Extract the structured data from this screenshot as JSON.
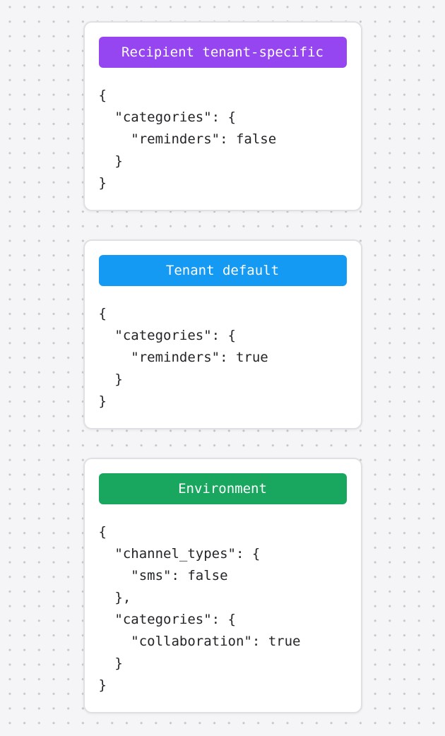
{
  "page": {
    "background_color": "#f5f4f6",
    "dot_color": "#c6c5c9",
    "card_background": "#ffffff",
    "card_border_color": "#e0dfe3",
    "code_text_color": "#222428",
    "badge_text_color": "#ffffff"
  },
  "cards": [
    {
      "badge": {
        "label": "Recipient tenant-specific",
        "color": "#9646f0"
      },
      "code": "{\n  \"categories\": {\n    \"reminders\": false\n  }\n}"
    },
    {
      "badge": {
        "label": "Tenant default",
        "color": "#149af3"
      },
      "code": "{\n  \"categories\": {\n    \"reminders\": true\n  }\n}"
    },
    {
      "badge": {
        "label": "Environment",
        "color": "#19a75f"
      },
      "code": "{\n  \"channel_types\": {\n    \"sms\": false\n  },\n  \"categories\": {\n    \"collaboration\": true\n  }\n}"
    }
  ]
}
